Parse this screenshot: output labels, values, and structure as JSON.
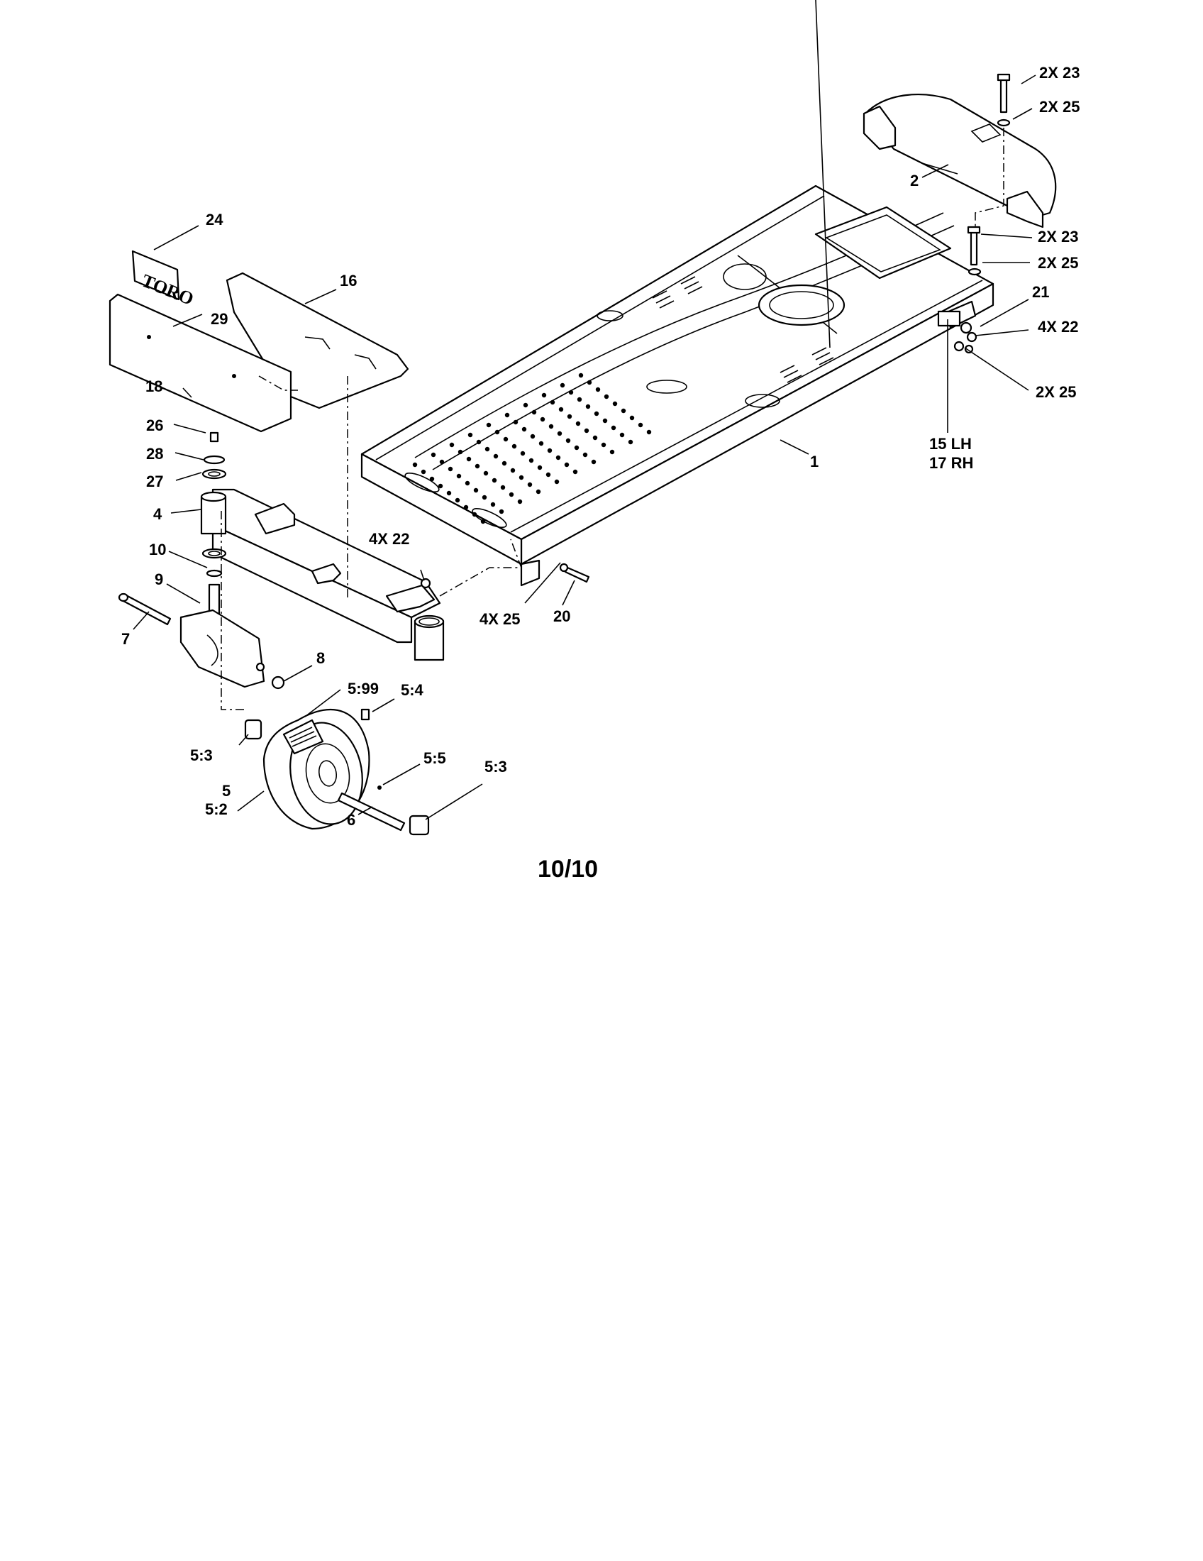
{
  "diagram": {
    "callouts": {
      "c_2x23_top": "2X 23",
      "c_2x25_top": "2X 25",
      "c_2": "2",
      "c_2x23_mid": "2X 23",
      "c_2x25_mid": "2X 25",
      "c_21": "21",
      "c_4x22_right": "4X 22",
      "c_2x25_low": "2X 25",
      "c_15": "15 LH",
      "c_17": "17 RH",
      "c_1": "1",
      "c_24": "24",
      "c_16": "16",
      "c_29": "29",
      "c_18": "18",
      "c_26": "26",
      "c_28": "28",
      "c_27": "27",
      "c_4": "4",
      "c_10": "10",
      "c_9": "9",
      "c_7": "7",
      "c_4x22_left": "4X 22",
      "c_4x25": "4X 25",
      "c_20": "20",
      "c_8": "8",
      "c_5_99": "5:99",
      "c_5_4": "5:4",
      "c_5_3_left": "5:3",
      "c_5_5": "5:5",
      "c_5_3_right": "5:3",
      "c_5": "5",
      "c_5_2": "5:2",
      "c_6": "6"
    },
    "logo_text": "TORO",
    "page_number": "10/10"
  }
}
